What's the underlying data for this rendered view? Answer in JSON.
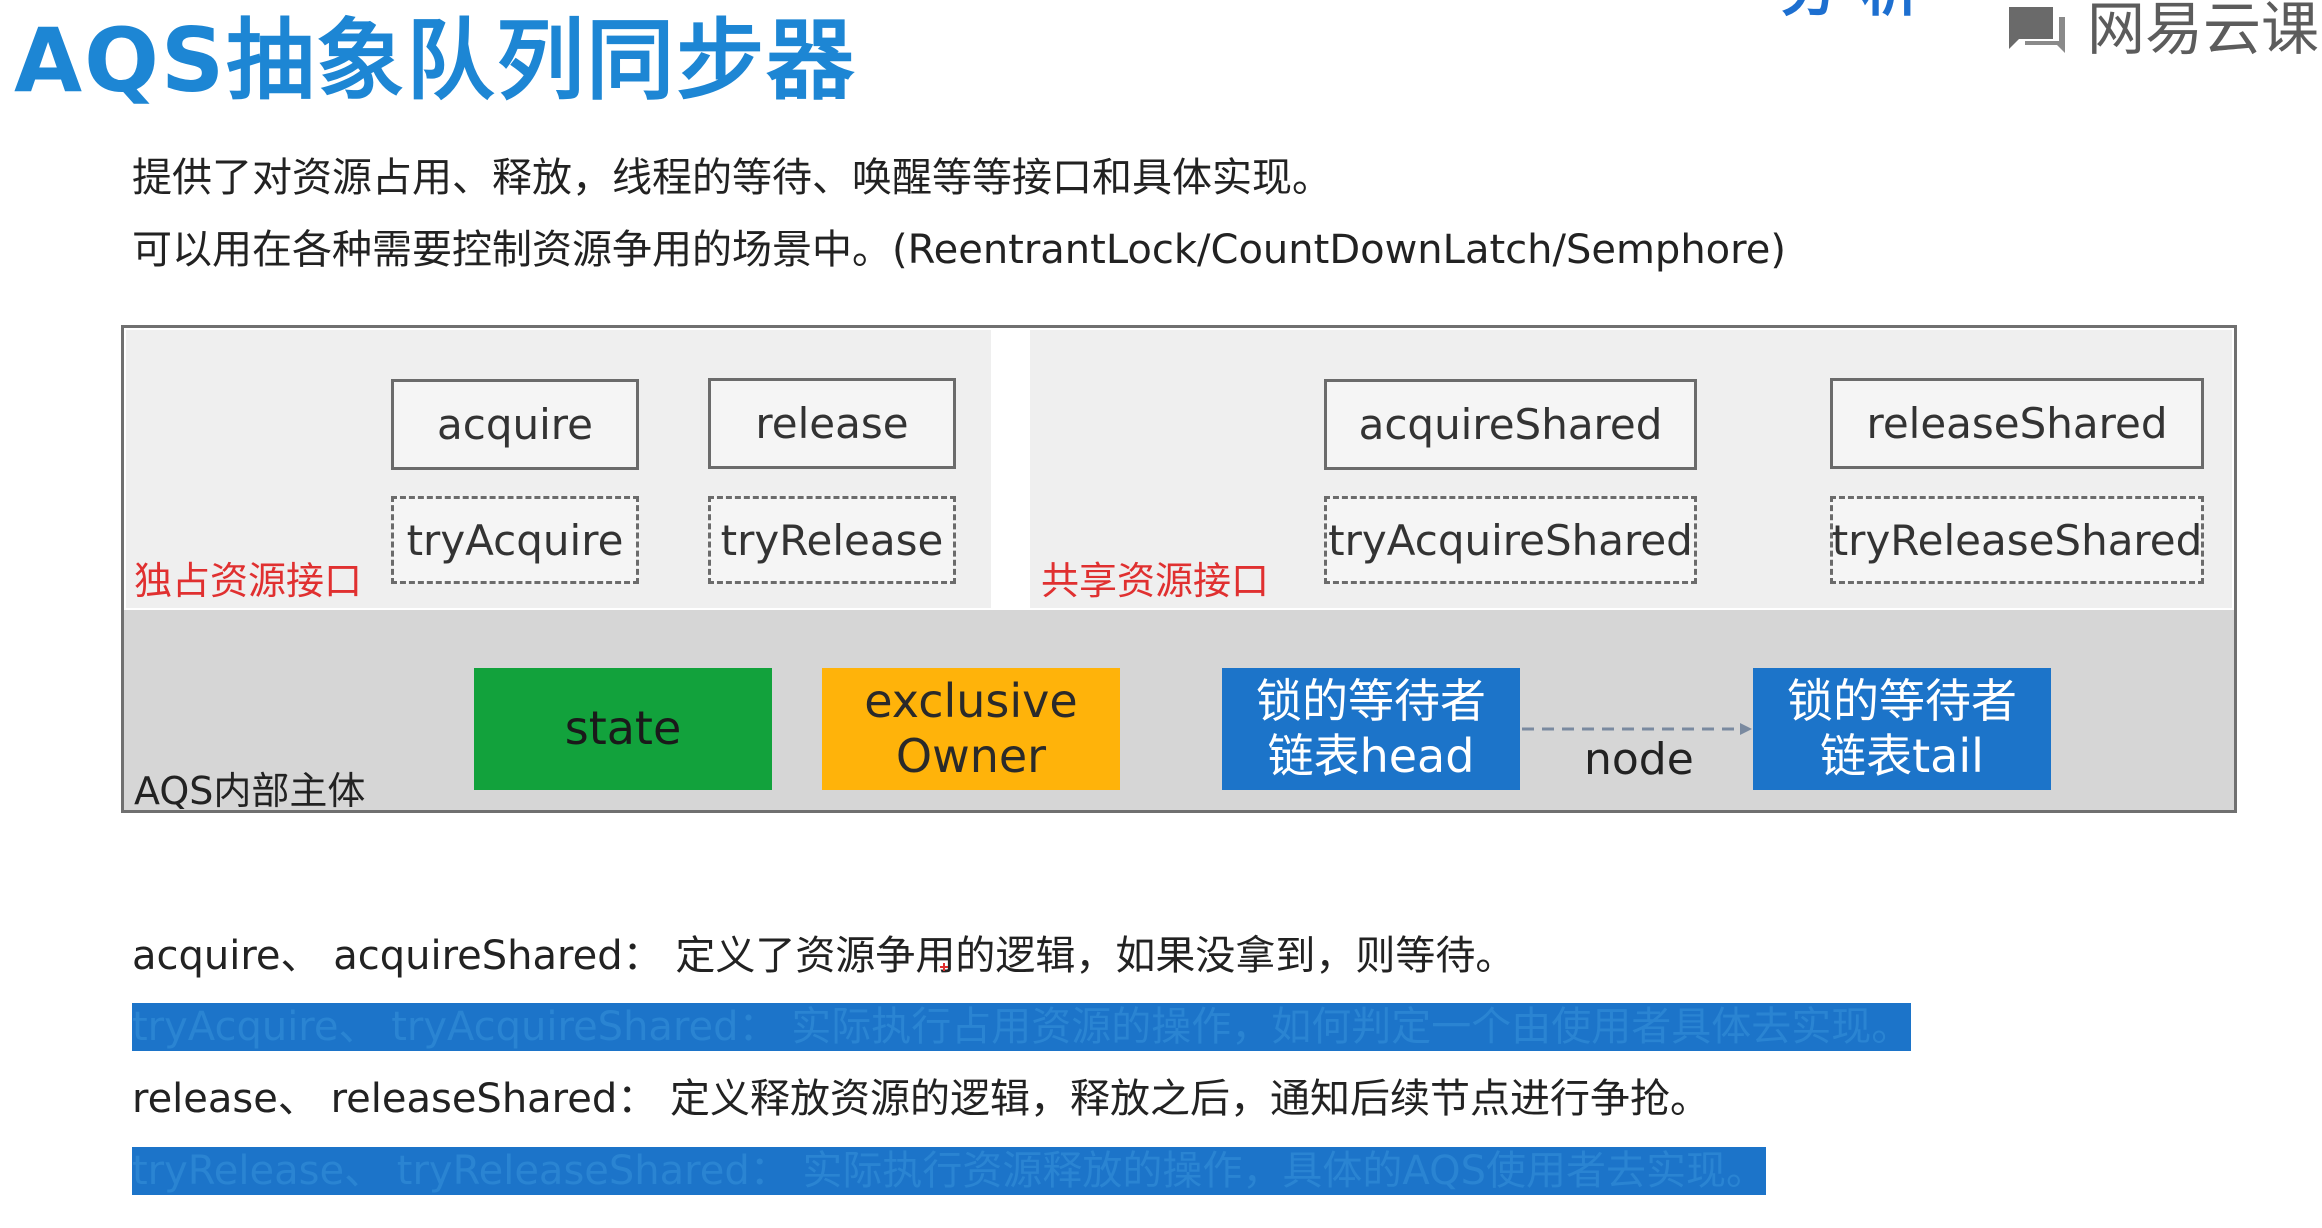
{
  "header": {
    "title": "AQS抽象队列同步器",
    "corner_partial": "分 析",
    "brand": "网易云课"
  },
  "intro": {
    "line1": "提供了对资源占用、释放，线程的等待、唤醒等等接口和具体实现。",
    "line2": "可以用在各种需要控制资源争用的场景中。(ReentrantLock/CountDownLatch/Semphore)"
  },
  "diagram": {
    "exclusive": {
      "label": "独占资源接口",
      "acquire": "acquire",
      "release": "release",
      "try_acquire": "tryAcquire",
      "try_release": "tryRelease"
    },
    "shared": {
      "label": "共享资源接口",
      "acquire": "acquireShared",
      "release": "releaseShared",
      "try_acquire": "tryAcquireShared",
      "try_release": "tryReleaseShared"
    },
    "body": {
      "label": "AQS内部主体",
      "state": "state",
      "owner_line1": "exclusive",
      "owner_line2": "Owner",
      "head_line1": "锁的等待者",
      "head_line2": "链表head",
      "node": "node",
      "tail_line1": "锁的等待者",
      "tail_line2": "链表tail"
    },
    "colors": {
      "state": "#12a23c",
      "owner": "#ffb30a",
      "queue": "#1c74c9",
      "interface_label": "#e03030"
    }
  },
  "descriptions": [
    {
      "text": "acquire、 acquireShared： 定义了资源争用的逻辑，如果没拿到，则等待。",
      "color": "#222222"
    },
    {
      "text": "tryAcquire、 tryAcquireShared： 实际执行占用资源的操作，如何判定一个由使用者具体去实现。",
      "color": "#2a84d2"
    },
    {
      "text": "release、 releaseShared： 定义释放资源的逻辑，释放之后，通知后续节点进行争抢。",
      "color": "#222222"
    },
    {
      "text": "tryRelease、 tryReleaseShared： 实际执行资源释放的操作，具体的AQS使用者去实现。",
      "color": "#2a84d2"
    }
  ]
}
